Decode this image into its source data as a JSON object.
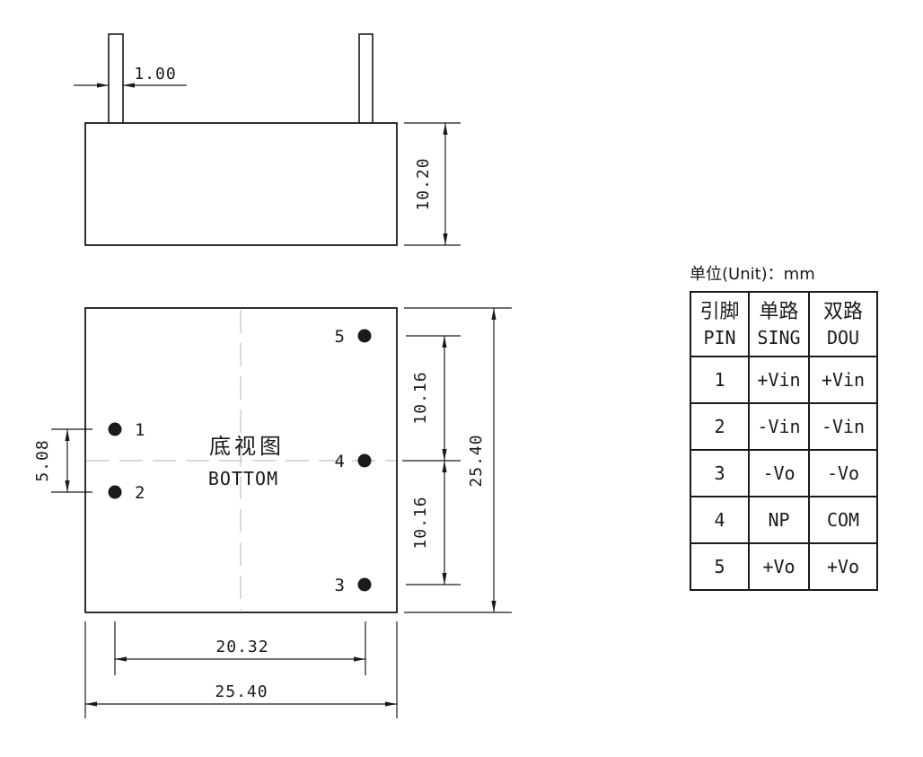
{
  "unit_label": "单位(Unit)：mm",
  "drawing": {
    "top_view": {
      "name": "side-elevation-view",
      "dim_pin_width": "1.00",
      "dim_body_height": "10.20"
    },
    "bottom_view": {
      "title_cn": "底视图",
      "title_en": "BOTTOM",
      "dim_pin_pitch_left": "5.08",
      "dim_pitch_upper_right": "10.16",
      "dim_pitch_lower_right": "10.16",
      "dim_body_depth": "25.40",
      "dim_pin_span": "20.32",
      "dim_body_width": "25.40",
      "pins": [
        {
          "label": "1"
        },
        {
          "label": "2"
        },
        {
          "label": "3"
        },
        {
          "label": "4"
        },
        {
          "label": "5"
        }
      ]
    }
  },
  "pin_table": {
    "headers": [
      {
        "cn": "引脚",
        "en": "PIN"
      },
      {
        "cn": "单路",
        "en": "SING"
      },
      {
        "cn": "双路",
        "en": "DOU"
      }
    ],
    "rows": [
      {
        "pin": "1",
        "sing": "+Vin",
        "dou": "+Vin"
      },
      {
        "pin": "2",
        "sing": "-Vin",
        "dou": "-Vin"
      },
      {
        "pin": "3",
        "sing": "-Vo",
        "dou": "-Vo"
      },
      {
        "pin": "4",
        "sing": "NP",
        "dou": "COM"
      },
      {
        "pin": "5",
        "sing": "+Vo",
        "dou": "+Vo"
      }
    ]
  },
  "colors": {
    "line": "#1a1a1a",
    "centerline": "#c5cdce",
    "background": "#ffffff"
  }
}
